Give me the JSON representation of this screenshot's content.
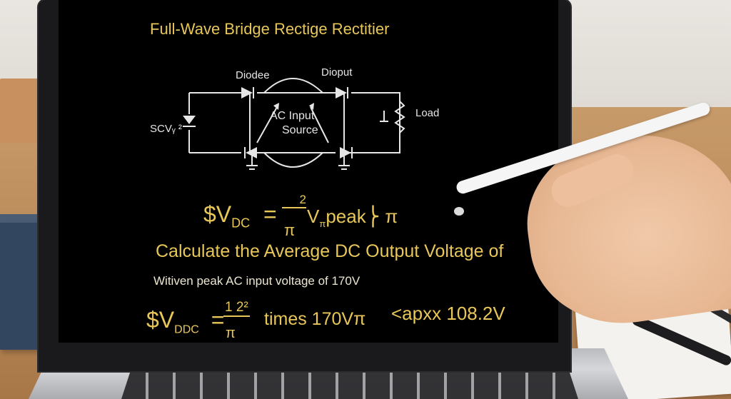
{
  "screen": {
    "title": "Full-Wave Bridge Rectige Rectitier",
    "circuit": {
      "label_diode_left": "Diodee",
      "label_diode_right": "Dioput",
      "label_source_line1": "AC Input",
      "label_source_line2": "Source",
      "label_left": "SCVᵧ ²",
      "label_load": "Load"
    },
    "formula_1": {
      "lhs": "$V",
      "lhs_sub": "DC",
      "eq": "=",
      "numerator": "2",
      "denominator": "π",
      "rest": "V",
      "rest_sub": "π",
      "tail": "peak⎬ π"
    },
    "heading": "Calculate the Average DC Output Voltage of",
    "subheading": "Witiven peak AC input voltage of 170V",
    "formula_2": {
      "lhs": "$V",
      "lhs_sub": "DDC",
      "eq": "=",
      "numerator": "1 2²",
      "denominator": "π",
      "rest": "times 170Vπ",
      "approx": "<apxx 108.2V"
    }
  },
  "colors": {
    "formula_text": "#e8c758",
    "screen_bg": "#000000",
    "circuit_lines": "#e6e6e6"
  }
}
